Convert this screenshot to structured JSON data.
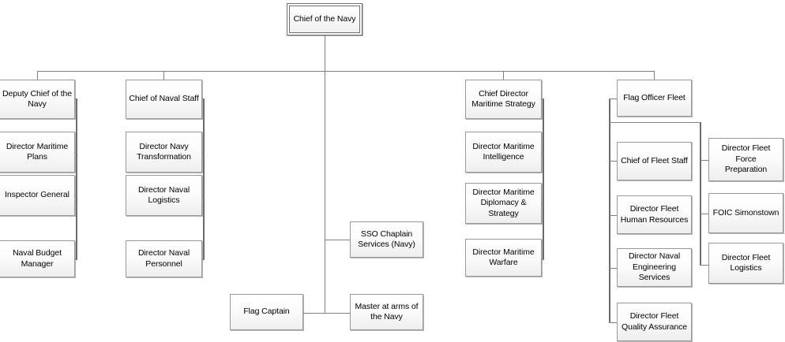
{
  "chart": {
    "title": "Chief of the Navy organisational chart",
    "type": "org-chart",
    "colors": {
      "node_border": "#9a9a9a",
      "node_fill_top": "#ffffff",
      "node_fill_bottom": "#eeeeee",
      "connector": "#808080",
      "background": "#ffffff"
    }
  },
  "root": {
    "label": "Chief of the Navy"
  },
  "branches": {
    "deputy_chief_column": [
      {
        "label": "Deputy Chief of the\nNavy"
      },
      {
        "label": "Director Maritime\nPlans"
      },
      {
        "label": "Inspector General"
      },
      {
        "label": "Naval Budget\nManager"
      }
    ],
    "naval_staff_column": [
      {
        "label": "Chief of Naval Staff"
      },
      {
        "label": "Director Navy\nTransformation"
      },
      {
        "label": "Director Naval\nLogistics"
      },
      {
        "label": "Director Naval\nPersonnel"
      }
    ],
    "maritime_strategy_column": [
      {
        "label": "Chief Director\nMaritime Strategy"
      },
      {
        "label": "Director Maritime\nIntelligence"
      },
      {
        "label": "Director Maritime\nDiplomacy &\nStrategy"
      },
      {
        "label": "Director Maritime\nWarfare"
      }
    ],
    "fleet_column": [
      {
        "label": "Flag Officer Fleet"
      },
      {
        "label": "Chief of Fleet Staff"
      },
      {
        "label": "Director Fleet\nHuman Resources"
      },
      {
        "label": "Director Naval\nEngineering Services"
      },
      {
        "label": "Director Fleet\nQuality Assurance"
      }
    ],
    "fleet_right_column": [
      {
        "label": "Director Fleet Force\nPreparation"
      },
      {
        "label": "FOIC Simonstown"
      },
      {
        "label": "Director Fleet\nLogistics"
      }
    ],
    "centre_column": [
      {
        "label": "SSO Chaplain\nServices (Navy)"
      },
      {
        "label": "Flag Captain"
      },
      {
        "label": "Master at arms of\nthe Navy"
      }
    ]
  }
}
